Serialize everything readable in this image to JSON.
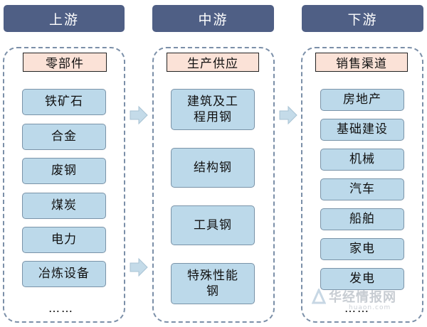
{
  "columns": [
    {
      "header": "上游",
      "category": "零部件",
      "items": [
        "铁矿石",
        "合金",
        "废钢",
        "煤炭",
        "电力",
        "冶炼设备"
      ],
      "more": "……"
    },
    {
      "header": "中游",
      "category": "生产供应",
      "items": [
        "建筑及工程用钢",
        "结构钢",
        "工具钢",
        "特殊性能钢"
      ]
    },
    {
      "header": "下游",
      "category": "销售渠道",
      "items": [
        "房地产",
        "基础建设",
        "机械",
        "汽车",
        "船舶",
        "家电",
        "发电"
      ],
      "more": "……"
    }
  ],
  "watermark": {
    "text": "华经情报网",
    "sub": "huaon.com"
  },
  "colors": {
    "header": "#4f5f85",
    "category": "#fbe2d7",
    "box": "#bcd9ea",
    "dash": "#7b8fa8",
    "arrow": "#c4dbe9"
  }
}
